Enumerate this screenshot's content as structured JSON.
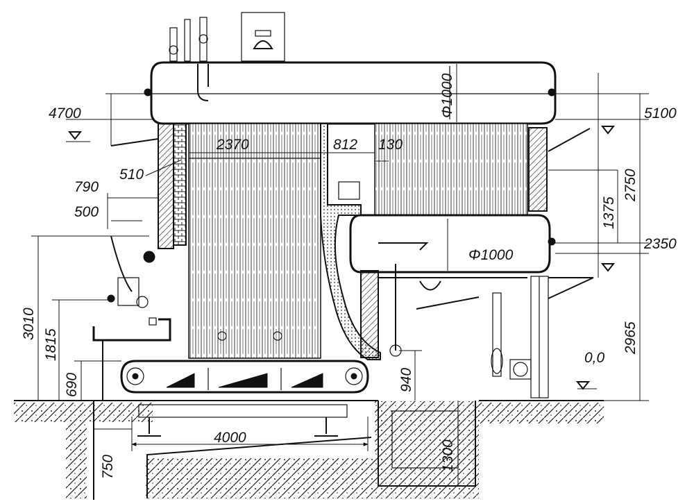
{
  "dimensions": {
    "h4700": "4700",
    "h5100": "5100",
    "w2370": "2370",
    "w812": "812",
    "w130": "130",
    "w510": "510",
    "w790": "790",
    "w500": "500",
    "drum_upper_dia": "Φ1000",
    "drum_lower_dia": "Φ1000",
    "h2750": "2750",
    "h1375": "1375",
    "h2350": "2350",
    "h3010": "3010",
    "h1815": "1815",
    "h690": "690",
    "h940": "940",
    "h2965": "2965",
    "level_zero": "0,0",
    "w4000": "4000",
    "w750": "750",
    "h1300": "1300"
  }
}
